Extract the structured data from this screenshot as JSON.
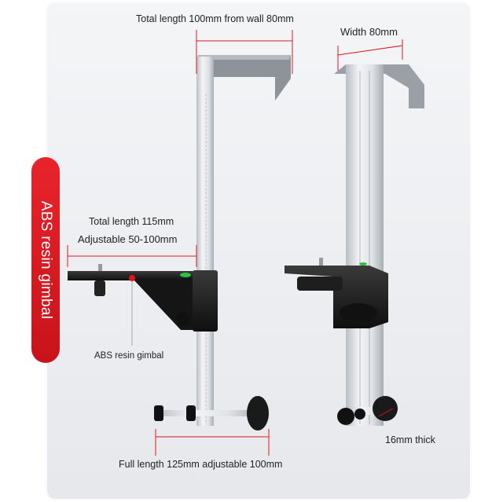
{
  "side_tab": {
    "text": "ABS resin gimbal"
  },
  "labels": {
    "total_length_wall": "Total length 100mm from wall 80mm",
    "width": "Width 80mm",
    "total_length_115": "Total length 115mm",
    "adjustable": "Adjustable 50-100mm",
    "gimbal": "ABS resin gimbal",
    "full_length": "Full length 125mm adjustable 100mm",
    "thick": "16mm thick"
  },
  "colors": {
    "accent_red": "#e0161e",
    "dimension_line": "#e0161e",
    "aluminum": "#d9dde2",
    "black_part": "#1b1b1b"
  }
}
